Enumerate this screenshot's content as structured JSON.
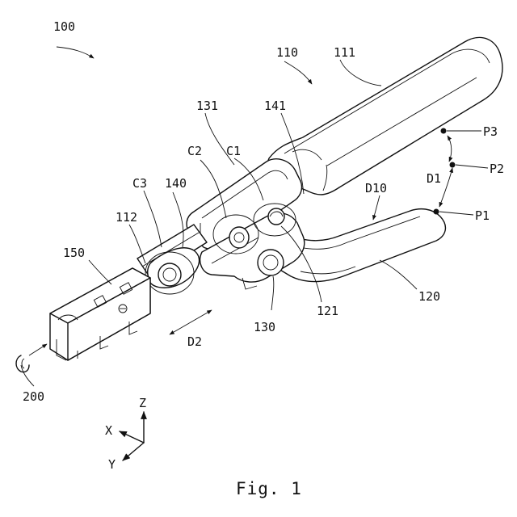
{
  "figure": {
    "caption": "Fig. 1",
    "labels": {
      "l100": "100",
      "l110": "110",
      "l111": "111",
      "l131": "131",
      "l141": "141",
      "lC2": "C2",
      "lC1": "C1",
      "lP3": "P3",
      "lP2": "P2",
      "lP1": "P1",
      "lD1": "D1",
      "lD10": "D10",
      "lC3": "C3",
      "l140": "140",
      "l112": "112",
      "l150": "150",
      "l121": "121",
      "l120": "120",
      "l130": "130",
      "lD2": "D2",
      "l200": "200",
      "lZ": "Z",
      "lX": "X",
      "lY": "Y"
    }
  }
}
